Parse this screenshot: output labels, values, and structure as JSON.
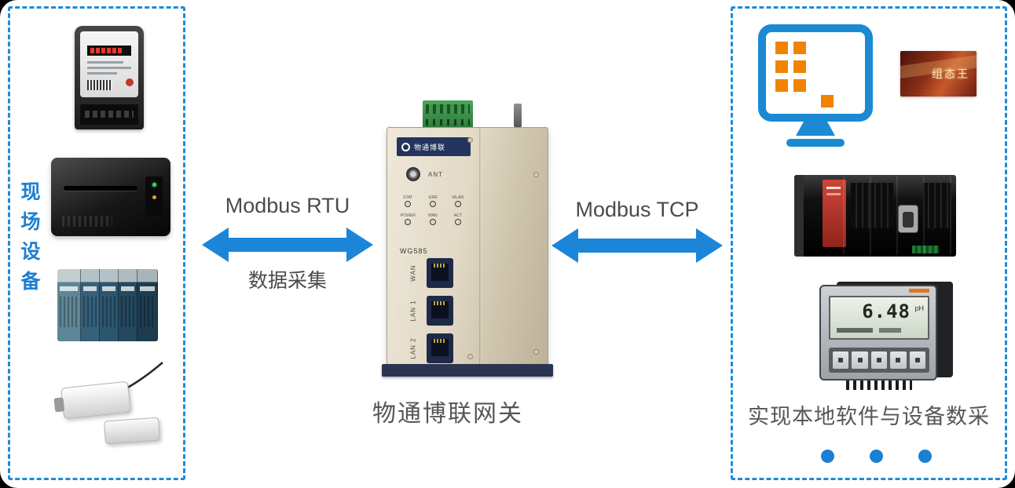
{
  "colors": {
    "accent_blue": "#1b86d8",
    "label_blue": "#1c7fd0",
    "icon_orange": "#f08300",
    "caption_gray": "#55565a"
  },
  "left_panel": {
    "vertical_label": "现场设备"
  },
  "links": {
    "rtu_label": "Modbus RTU",
    "rtu_caption": "数据采集",
    "tcp_label": "Modbus TCP"
  },
  "gateway": {
    "brand": "物通博联",
    "ant_label": "ANT",
    "model": "WG585",
    "led_row1": [
      "STAT",
      "ERR",
      "WLAN"
    ],
    "led_row2": [
      "POWER",
      "WAN",
      "ACT"
    ],
    "ports": [
      "WAN",
      "LAN 1",
      "LAN 2"
    ],
    "caption": "物通博联网关"
  },
  "right_panel": {
    "software_badge": "组态王",
    "meter": {
      "reading": "6.48",
      "unit": "pH"
    },
    "caption": "实现本地软件与设备数采"
  }
}
